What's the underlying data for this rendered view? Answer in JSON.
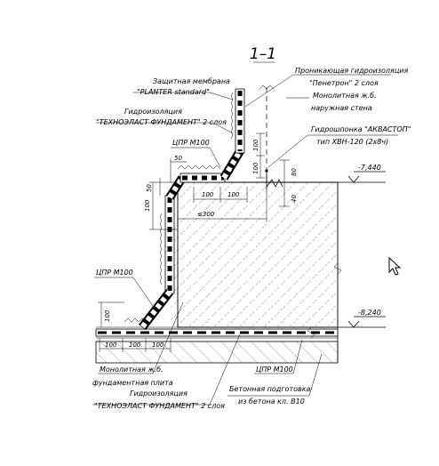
{
  "title": "1–1",
  "labels": {
    "membrane_1": "Защитная мембрана",
    "membrane_2": "\"PLANTER standard\"",
    "hydro_top_1": "Гидроизоляция",
    "hydro_top_2": "\"ТЕХНОЭЛАСТ ФУНДАМЕНТ\" 2 слоя",
    "penetron_1": "Проникающая гидроизоляция",
    "penetron_2": "\"Пенетрон\" 2 слоя",
    "wall_1": "Монолитная ж.б.",
    "wall_2": "наружная стена",
    "aquastop_1": "Гидрошпонка \"АКВАСТОП\"",
    "aquastop_2": "тип ХВН-120 (2х8ч)",
    "cpr_upper": "ЦПР М100",
    "cpr_left": "ЦПР М100",
    "slab_1": "Монолитная ж.б.",
    "slab_2": "фундаментная плита",
    "hydro_bot_1": "Гидроизоляция",
    "hydro_bot_2": "\"ТЕХНОЭЛАСТ ФУНДАМЕНТ\" 2 слоя",
    "cpr_bottom": "ЦПР М100",
    "concrete_1": "Бетонная подготовка",
    "concrete_2": "из бетона кл. В10"
  },
  "levels": {
    "top": "-7,440",
    "bottom": "-8,240"
  },
  "dimensions": {
    "d50_top": "50",
    "d50_side": "50",
    "d100_left_side": "100",
    "d100_a": "100",
    "d100_b": "100",
    "d300": "≤300",
    "d100_wall_1": "100",
    "d100_wall_2": "100",
    "d80": "80",
    "d40": "40",
    "d100_bottom_side": "100",
    "d100_bot_1": "100",
    "d100_bot_2": "100",
    "d100_bot_3": "100"
  },
  "icons": {
    "cursor": "mouse-pointer-icon"
  }
}
